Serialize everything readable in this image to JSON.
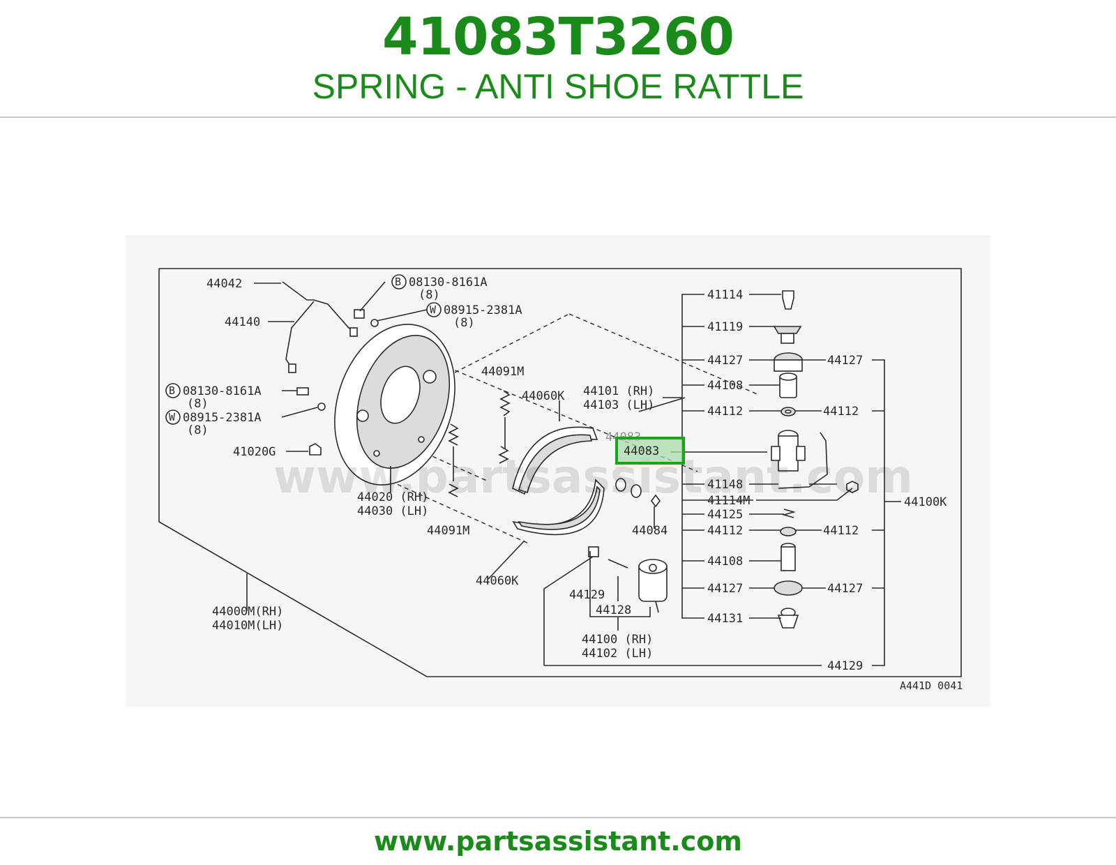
{
  "header": {
    "part_number": "41083T3260",
    "part_name": "SPRING - ANTI SHOE RATTLE"
  },
  "footer": {
    "url": "www.partsassistant.com"
  },
  "diagram": {
    "watermark": "www.partsassistant.com",
    "figure_code": "A441D 0041",
    "highlighted_part": "44083",
    "colors": {
      "brand_green": "#1a8a1a",
      "highlight": "#1aa61a"
    },
    "labels": {
      "p44042": "44042",
      "p44140": "44140",
      "b08130_top": "08130-8161A",
      "b08130_top_qty": "(8)",
      "w08915_top": "08915-2381A",
      "w08915_top_qty": "(8)",
      "b08130_left": "08130-8161A",
      "b08130_left_qty": "(8)",
      "w08915_left": "08915-2381A",
      "w08915_left_qty": "(8)",
      "p41020G": "41020G",
      "p44020": "44020 (RH)",
      "p44030": "44030 (LH)",
      "p44091M_top": "44091M",
      "p44091M_bottom": "44091M",
      "p44060K_top": "44060K",
      "p44060K_bottom": "44060K",
      "p44101": "44101 (RH)",
      "p44103": "44103 (LH)",
      "p44083_faded": "44083",
      "p44083": "44083",
      "p44084": "44084",
      "p44000M": "44000M(RH)",
      "p44010M": "44010M(LH)",
      "p44129_left": "44129",
      "p44128": "44128",
      "p44100": "44100 (RH)",
      "p44102": "44102 (LH)",
      "p41114": "41114",
      "p41119": "41119",
      "p44127_a_l": "44127",
      "p44127_a_r": "44127",
      "p44108_a": "44108",
      "p44112_a_l": "44112",
      "p44112_a_r": "44112",
      "p41148": "41148",
      "p41114M": "41114M",
      "p44125": "44125",
      "p44112_b_l": "44112",
      "p44112_b_r": "44112",
      "p44108_b": "44108",
      "p44127_b_l": "44127",
      "p44127_b_r": "44127",
      "p44131": "44131",
      "p44129_bottom": "44129",
      "p44100K": "44100K",
      "circle_B": "B",
      "circle_W": "W"
    }
  }
}
